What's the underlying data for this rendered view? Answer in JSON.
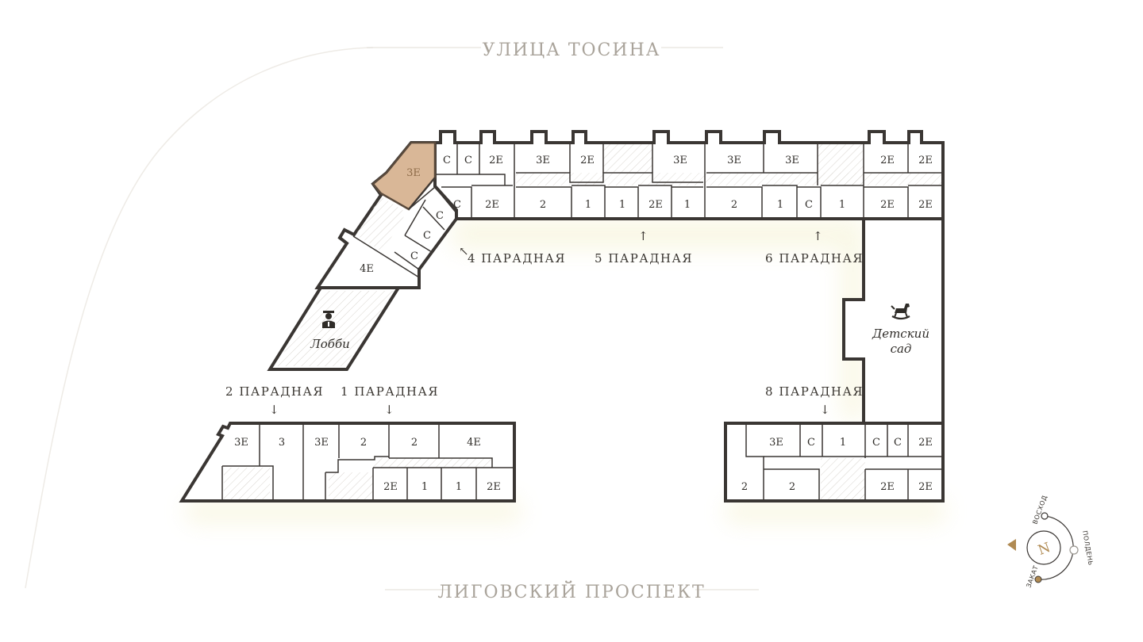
{
  "streets": {
    "top": "УЛИЦА ТОСИНА",
    "bottom": "ЛИГОВСКИЙ ПРОСПЕКТ"
  },
  "entrances": {
    "e1": "1 ПАРАДНАЯ",
    "e2": "2 ПАРАДНАЯ",
    "e4": "4 ПАРАДНАЯ",
    "e5": "5 ПАРАДНАЯ",
    "e6": "6 ПАРАДНАЯ",
    "e8": "8 ПАРАДНАЯ"
  },
  "arrows": {
    "up": "↑",
    "down": "↓",
    "diag": "↖"
  },
  "facilities": {
    "lobby": "Лобби",
    "kindergarten_line1": "Детский",
    "kindergarten_line2": "сад"
  },
  "compass": {
    "north": "N",
    "sunrise": "ВОСХОД",
    "noon": "ПОЛДЕНЬ",
    "sunset": "ЗАКАТ"
  },
  "colors": {
    "selected_fill": "#d9b797",
    "selected_stroke": "#8c6a47",
    "wall": "#3a3633",
    "street_text": "#a9a39a",
    "accent": "#b08a52"
  },
  "units": {
    "u_sel": "3Е",
    "u01": "С",
    "u02": "С",
    "u03": "2Е",
    "u04": "С",
    "u05": "2Е",
    "u06": "С",
    "u07": "С",
    "u08": "С",
    "u09": "4Е",
    "u10": "3Е",
    "u11": "2Е",
    "u12": "3Е",
    "u13": "2",
    "u14": "1",
    "u15": "1",
    "u16": "2Е",
    "u17": "1",
    "u18": "3Е",
    "u19": "3Е",
    "u20": "2Е",
    "u21": "2Е",
    "u22": "2",
    "u23": "1",
    "u24": "С",
    "u25": "1",
    "u26": "2Е",
    "u27": "2Е",
    "u28": "3Е",
    "u29": "3",
    "u30": "3Е",
    "u31": "2",
    "u32": "2",
    "u33": "4Е",
    "u34": "2Е",
    "u35": "1",
    "u36": "1",
    "u37": "2Е",
    "u38": "3Е",
    "u39": "С",
    "u40": "1",
    "u41": "С",
    "u42": "С",
    "u43": "2Е",
    "u44": "2",
    "u45": "2",
    "u46": "2Е",
    "u47": "2Е"
  }
}
